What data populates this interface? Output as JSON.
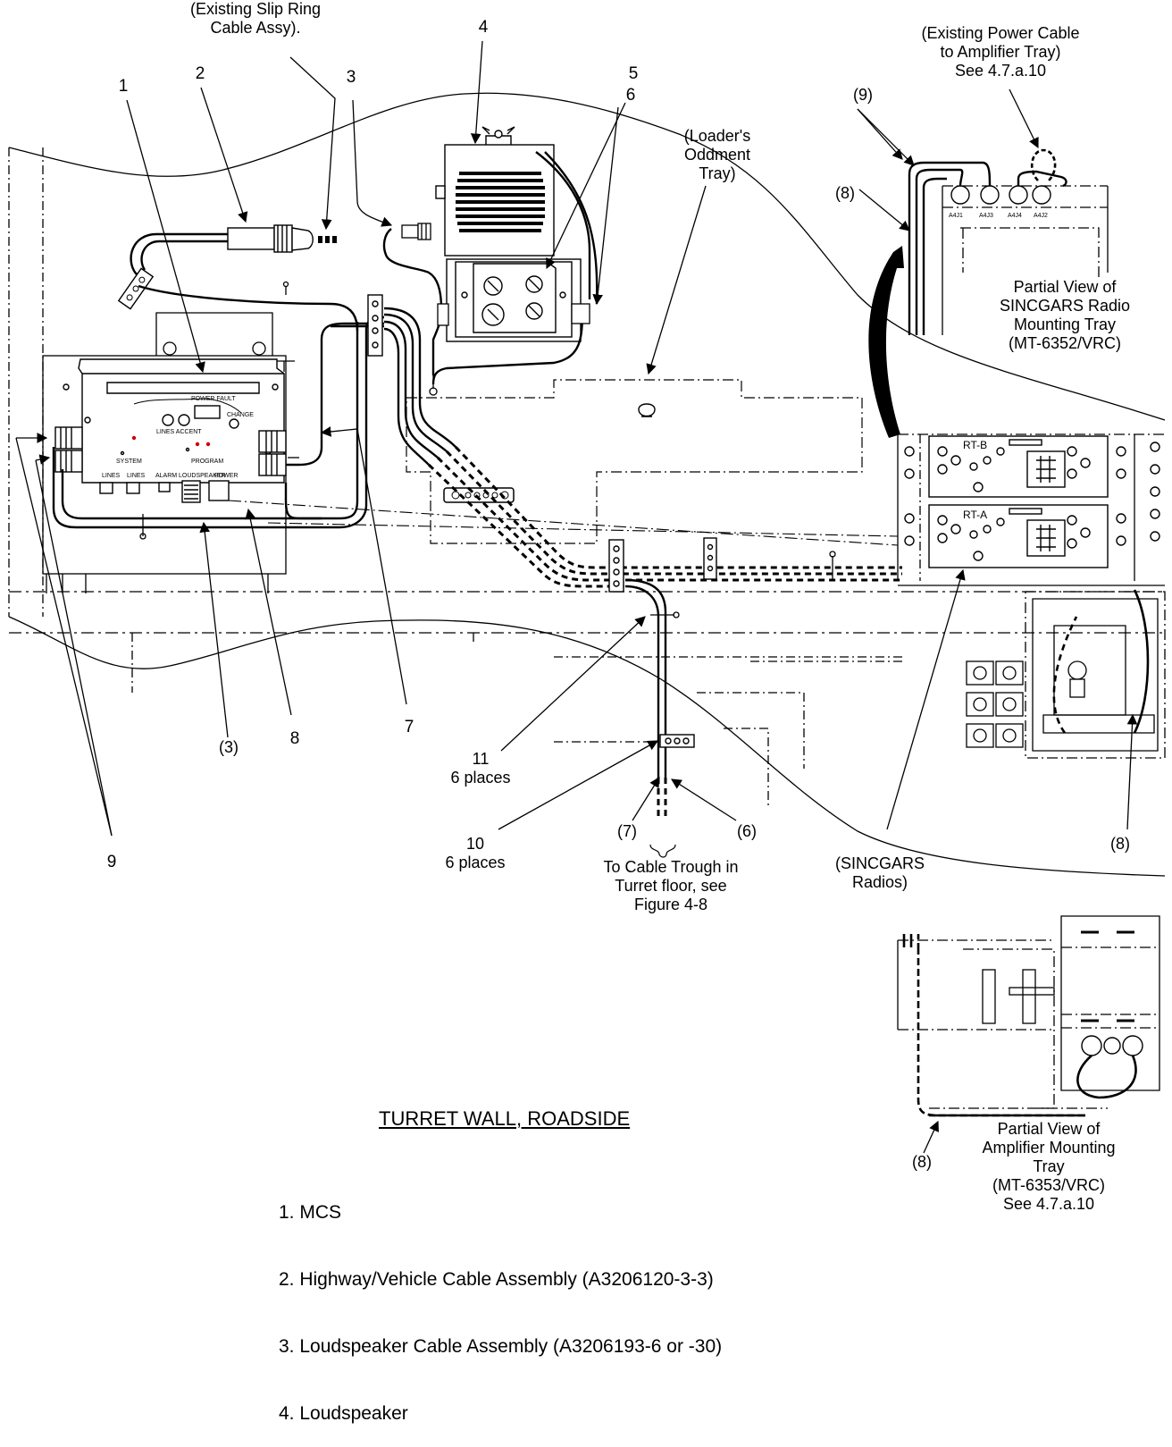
{
  "callouts": {
    "n1": "1",
    "n2": "2",
    "n3": "3",
    "n4": "4",
    "n5": "5",
    "n6": "6",
    "n7": "7",
    "n8": "8",
    "n9": "9",
    "p3": "(3)",
    "p7": "(7)",
    "p6": "(6)",
    "p8_top": "(8)",
    "p9_top": "(9)",
    "p8_right": "(8)",
    "p8_bottom": "(8)",
    "n11": "11\n6 places",
    "n10": "10\n6 places"
  },
  "notes": {
    "slip_ring": "(Existing Slip Ring\nCable Assy).",
    "loader_tray": "(Loader's\nOddment\nTray)",
    "power_cable": "(Existing Power Cable\nto Amplifier Tray)\nSee 4.7.a.10",
    "radio_tray_view": "Partial View of\nSINCGARS Radio\nMounting Tray\n(MT-6352/VRC)",
    "cable_trough": "To Cable Trough in\nTurret floor, see\nFigure 4-8",
    "sincgars_radios": "(SINCGARS\nRadios)",
    "amp_tray_view": "Partial View of\nAmplifier Mounting\nTray\n(MT-6353/VRC)\nSee 4.7.a.10"
  },
  "panel_text": {
    "power_fault": "POWER FAULT",
    "lines_accent": "LINES ACCENT",
    "change": "CHANGE",
    "system": "SYSTEM",
    "program": "PROGRAM",
    "lines1": "LINES",
    "lines2": "LINES",
    "alarm": "ALARM",
    "loudspeaker": "LOUDSPEAKER",
    "power": "POWER",
    "rt_b": "RT-B",
    "rt_a": "RT-A",
    "a4j1": "A4J1",
    "a4j3": "A4J3",
    "a4j4": "A4J4",
    "a4j2": "A4J2"
  },
  "title": "TURRET WALL, ROADSIDE",
  "legend": [
    "1. MCS",
    "2. Highway/Vehicle Cable Assembly (A3206120-3-3)",
    "3. Loudspeaker Cable Assembly (A3206193-6 or -30)",
    "4. Loudspeaker"
  ]
}
